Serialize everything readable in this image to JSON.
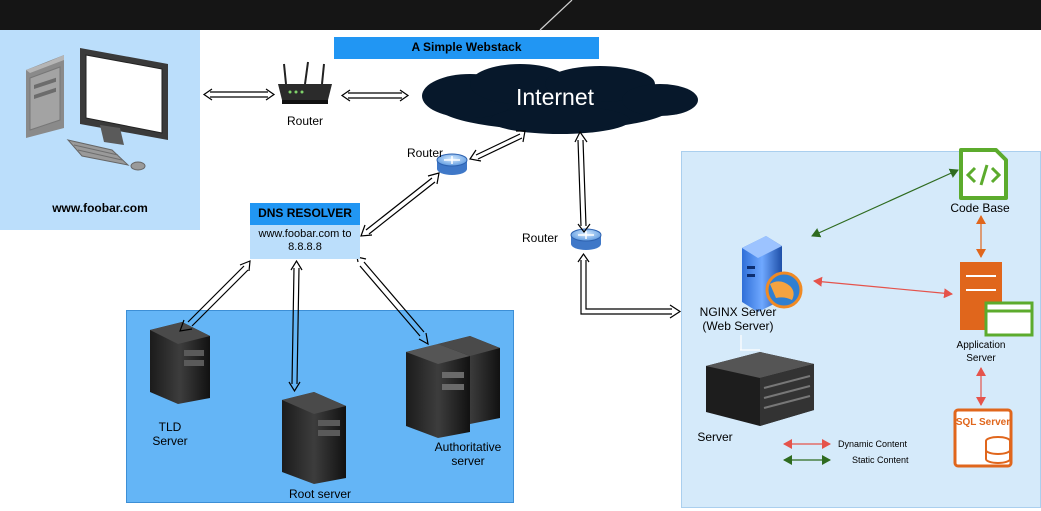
{
  "title": "A Simple Webstack",
  "client": {
    "label": "www.foobar.com"
  },
  "internet": {
    "label": "Internet"
  },
  "routers": {
    "home": "Router",
    "dns": "Router",
    "server": "Router"
  },
  "dns_resolver": {
    "title": "DNS RESOLVER",
    "body": "www.foobar.com to 8.8.8.8"
  },
  "dns_servers": {
    "tld": "TLD\nServer",
    "root": "Root server",
    "authoritative": "Authoritative\nserver"
  },
  "stack": {
    "nginx": "NGINX Server\n(Web Server)",
    "server": "Server",
    "code_base": "Code Base",
    "app_server": "Application\nServer",
    "sql_server": "SQL Server"
  },
  "legend": [
    {
      "label": "Dynamic Content",
      "color": "#e5534b"
    },
    {
      "label": "Static Content",
      "color": "#2e6b1f"
    }
  ],
  "colors": {
    "header_blue": "#2196f3",
    "panel_light_blue": "#bbdefb",
    "dns_panel_blue": "#64b5f6",
    "server_panel": "#d5eafa",
    "cloud": "#07182b",
    "code_green": "#5cab2d",
    "app_orange": "#e0661c"
  },
  "icons": [
    "desktop-computer-icon",
    "router-icon",
    "cloud-icon",
    "server-tower-icon",
    "rack-server-icon",
    "code-file-icon",
    "application-server-icon",
    "sql-database-icon",
    "web-server-globe-icon"
  ]
}
